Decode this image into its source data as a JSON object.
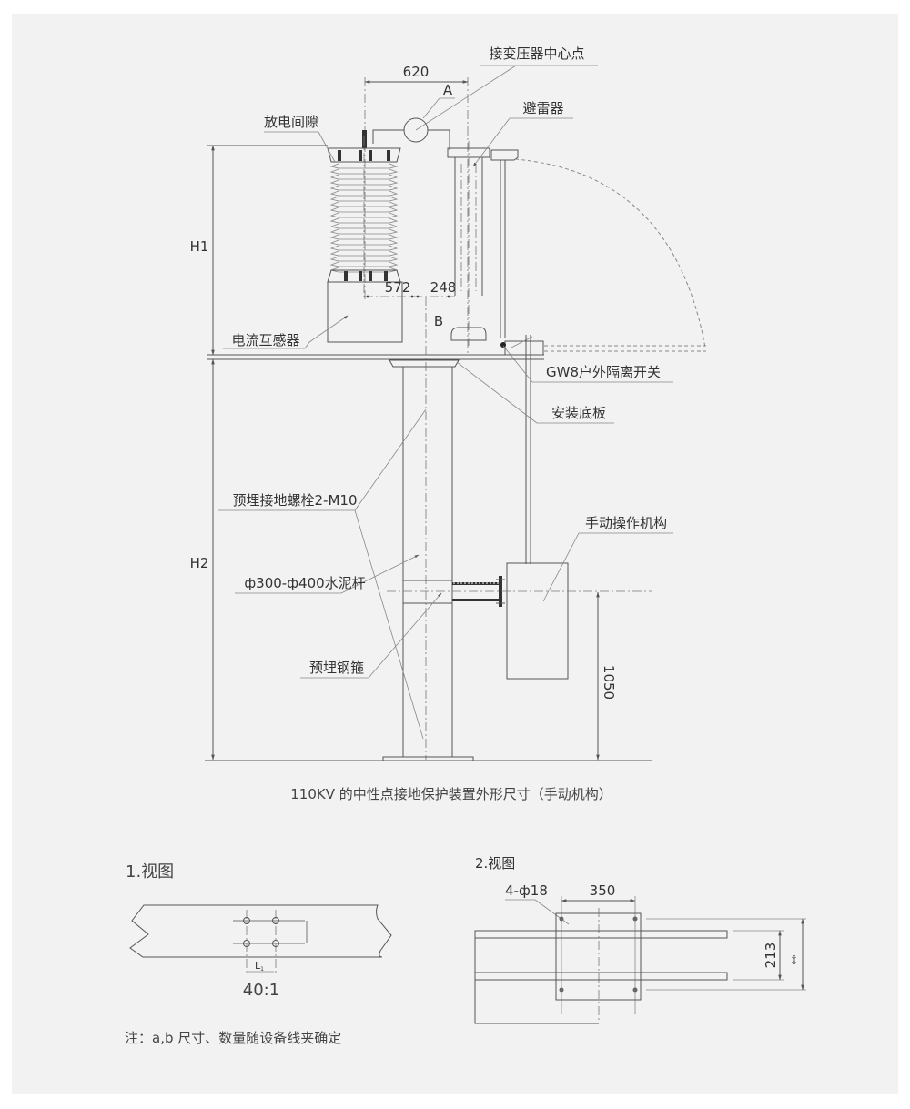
{
  "main_drawing": {
    "caption": "110KV 的中性点接地保护装置外形尺寸（手动机构）",
    "labels": {
      "transformer_neutral": "接变压器中心点",
      "discharge_gap": "放电间隙",
      "arrester": "避雷器",
      "current_transformer": "电流互感器",
      "disconnect_switch": "GW8户外隔离开关",
      "mounting_plate": "安装底板",
      "ground_bolt": "预埋接地螺栓2-M10",
      "manual_mechanism": "手动操作机构",
      "cement_pole": "ф300-ф400水泥杆",
      "steel_hoop": "预埋钢箍"
    },
    "dimensions": {
      "top_span": "620",
      "gap_left": "572",
      "gap_right": "248",
      "height_upper": "H1",
      "height_lower": "H2",
      "mechanism_height": "1050"
    },
    "markers": {
      "a": "A",
      "b": "B"
    }
  },
  "view1": {
    "title": "1.视图",
    "scale": "40:1",
    "spacing_label": "L",
    "spacing_subscript": "1"
  },
  "view2": {
    "title": "2.视图",
    "holes": "4-ф18",
    "width": "350",
    "inner_height": "213",
    "outer_height": "**"
  },
  "note": "注：a,b 尺寸、数量随设备线夹确定"
}
